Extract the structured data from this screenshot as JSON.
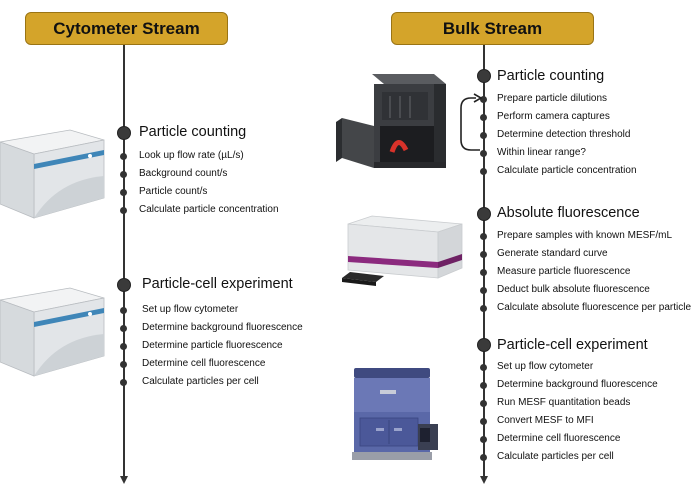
{
  "left_stream": {
    "title": "Cytometer Stream",
    "sections": [
      {
        "title": "Particle counting",
        "steps": [
          "Look up flow rate (µL/s)",
          "Background count/s",
          "Particle count/s",
          "Calculate particle concentration"
        ]
      },
      {
        "title": "Particle-cell experiment",
        "steps": [
          "Set up flow cytometer",
          "Determine background fluorescence",
          "Determine particle fluorescence",
          "Determine cell fluorescence",
          "Calculate particles per cell"
        ]
      }
    ]
  },
  "right_stream": {
    "title": "Bulk Stream",
    "sections": [
      {
        "title": "Particle counting",
        "steps": [
          "Prepare particle dilutions",
          "Perform camera captures",
          "Determine detection threshold",
          "Within linear range?",
          "Calculate particle concentration"
        ]
      },
      {
        "title": "Absolute fluorescence",
        "steps": [
          "Prepare samples with known MESF/mL",
          "Generate standard curve",
          "Measure particle fluorescence",
          "Deduct bulk absolute fluorescence",
          "Calculate absolute fluorescence per particle"
        ]
      },
      {
        "title": "Particle-cell experiment",
        "steps": [
          "Set up flow cytometer",
          "Determine background fluorescence",
          "Run MESF quantitation beads",
          "Convert MESF to MFI",
          "Determine cell fluorescence",
          "Calculate particles per cell"
        ]
      }
    ]
  },
  "icons": [
    "flow-cytometer-icon",
    "flow-cytometer-icon",
    "imaging-reader-icon",
    "plate-reader-icon",
    "benchtop-cytometer-icon"
  ],
  "colors": {
    "header_fill": "#d4a42a",
    "header_border": "#9a7414",
    "cytometer_stripe": "#3f86b8",
    "plate_reader_stripe": "#8b2a7e",
    "benchtop_blue": "#5a68a8"
  }
}
